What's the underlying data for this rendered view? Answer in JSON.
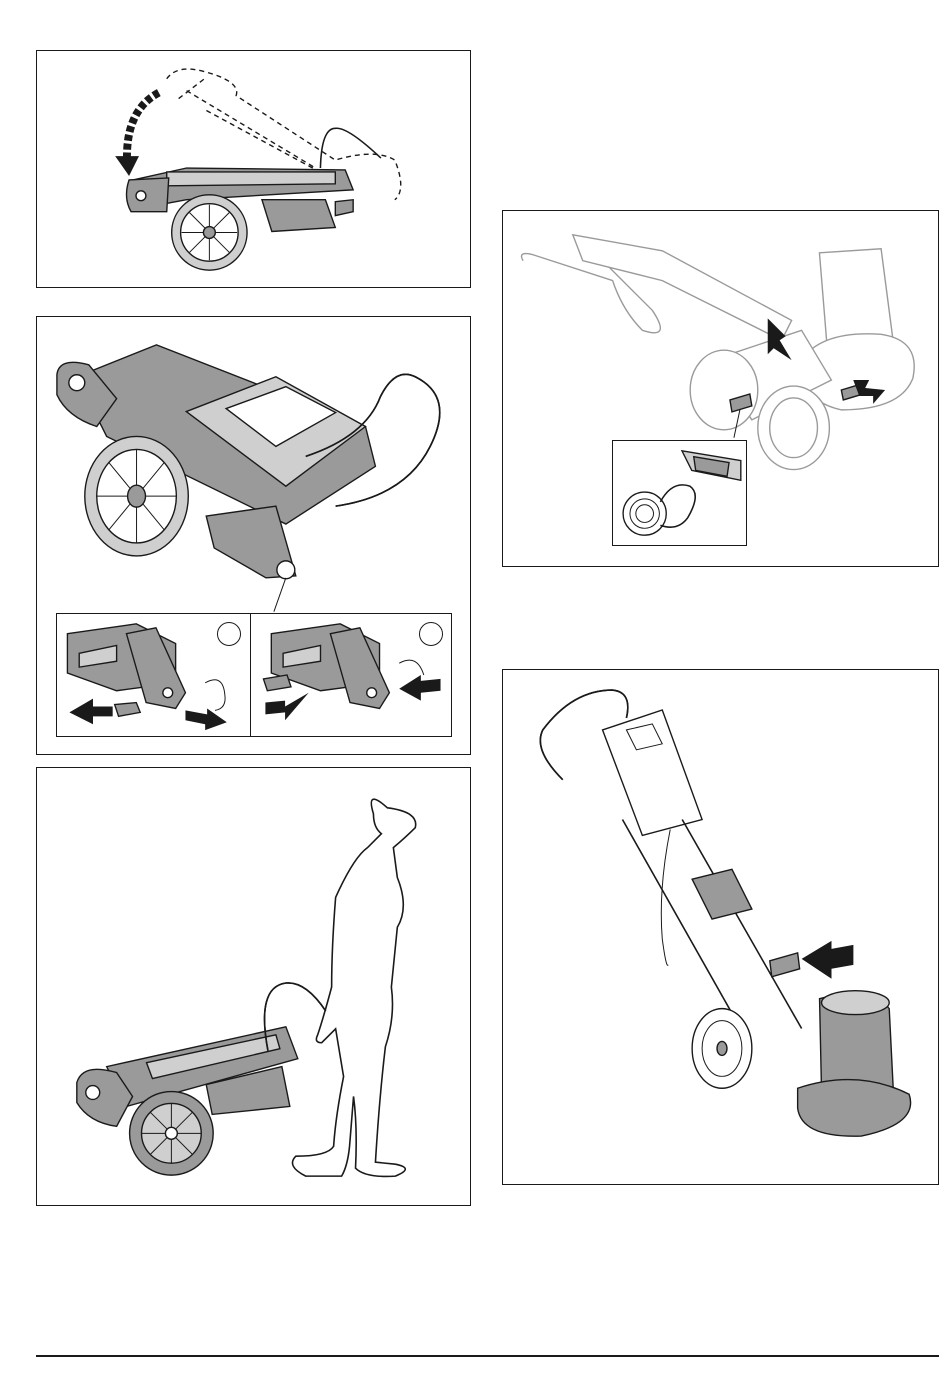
{
  "figures": [
    {
      "id": "fig-fold-handle",
      "icons": [
        "curved-arrow-icon",
        "folded-machine-icon"
      ]
    },
    {
      "id": "fig-folded-machine",
      "callouts": [
        {
          "label": ""
        },
        {
          "label": ""
        }
      ]
    },
    {
      "id": "fig-carrying-operator",
      "icons": [
        "operator-silhouette-icon"
      ]
    },
    {
      "id": "fig-strap-attachment",
      "icons": [
        "strap-roll-icon",
        "arrow-icon"
      ]
    },
    {
      "id": "fig-tilted-machine",
      "icons": [
        "arrow-icon"
      ]
    }
  ],
  "colors": {
    "line": "#1a1a1a",
    "fill_dark": "#9a9a9a",
    "fill_light": "#cfcfcf",
    "background": "#ffffff"
  }
}
